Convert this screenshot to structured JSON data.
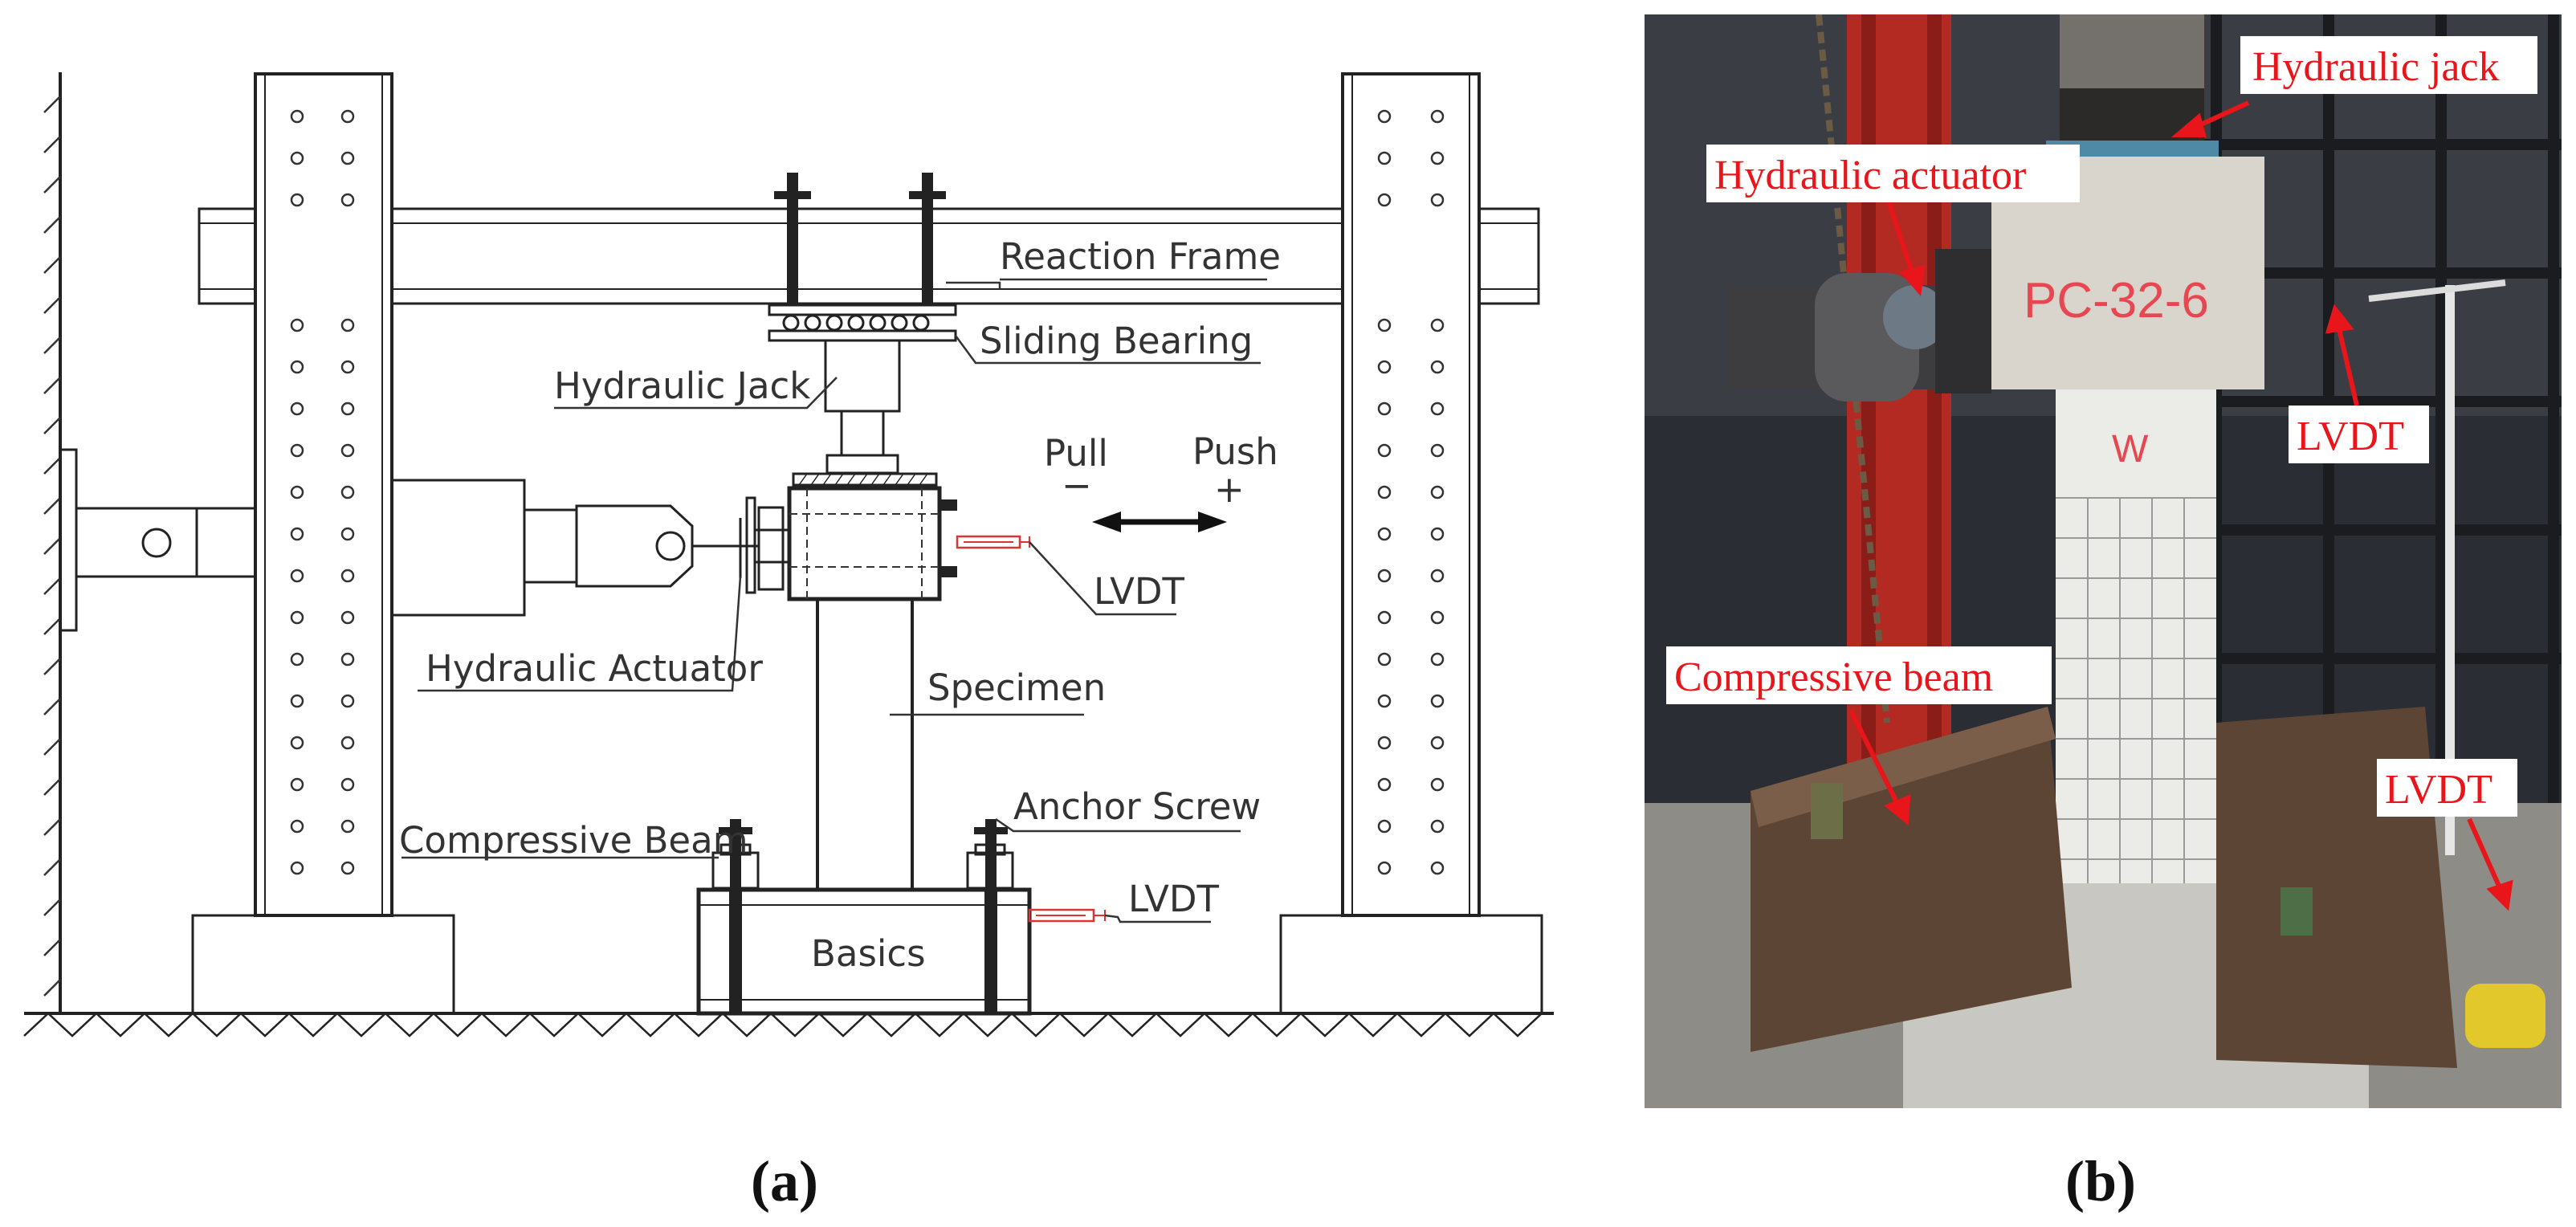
{
  "diagram": {
    "labels": {
      "reaction_frame": "Reaction Frame",
      "sliding_bearing": "Sliding Bearing",
      "hydraulic_jack": "Hydraulic Jack",
      "pull": "Pull",
      "push": "Push",
      "minus": "−",
      "plus": "+",
      "lvdt_top": "LVDT",
      "hydraulic_actuator": "Hydraulic Actuator",
      "specimen": "Specimen",
      "anchor_screw": "Anchor Screw",
      "compressive_beam": "Compressive Beam",
      "lvdt_bottom": "LVDT",
      "basics": "Basics"
    },
    "caption": "(a)"
  },
  "photo": {
    "labels": {
      "hydraulic_jack": "Hydraulic jack",
      "hydraulic_actuator": "Hydraulic actuator",
      "specimen_marking": "PC-32-6",
      "w_marking": "W",
      "lvdt_top": "LVDT",
      "compressive_beam": "Compressive beam",
      "lvdt_bottom": "LVDT"
    },
    "caption": "(b)",
    "colors": {
      "label": "#e8151b",
      "frame_red": "#b32a22",
      "backdrop": "#2a2d33"
    }
  }
}
